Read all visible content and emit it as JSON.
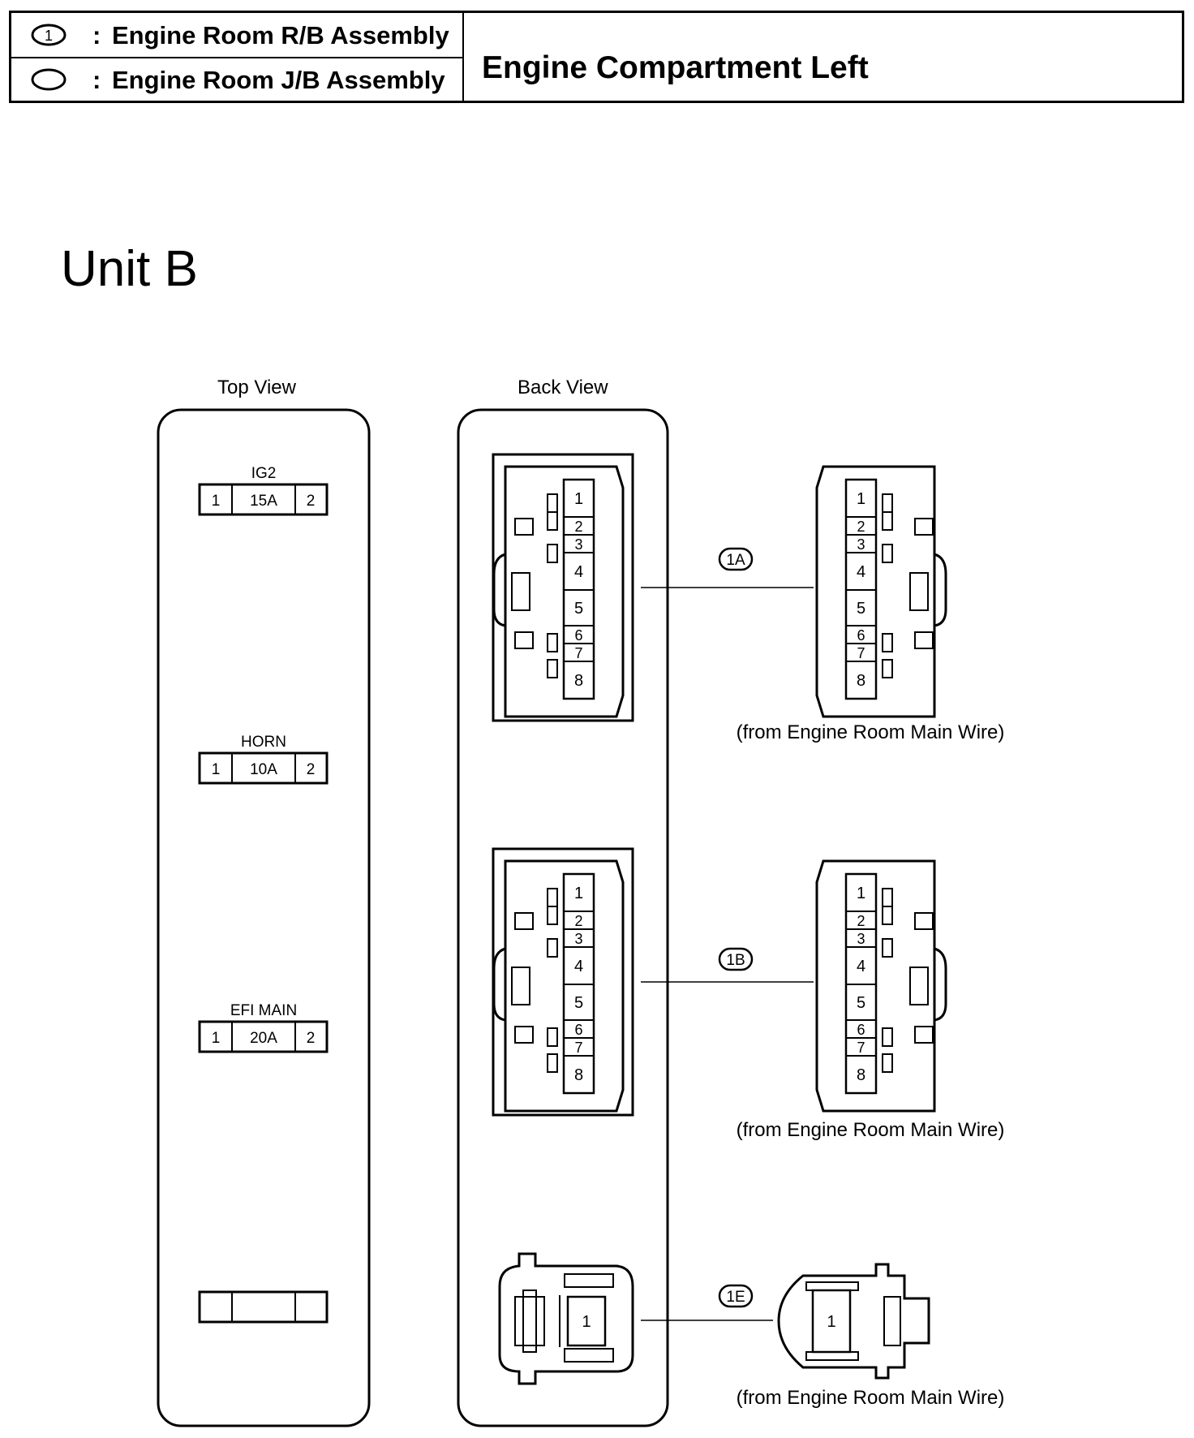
{
  "legend": {
    "rows": [
      {
        "symbol": "1",
        "label": "Engine Room R/B Assembly"
      },
      {
        "symbol": "",
        "label": "Engine Room J/B Assembly"
      }
    ],
    "colon": ":",
    "location": "Engine Compartment Left"
  },
  "unit_title": "Unit B",
  "views": {
    "top": "Top View",
    "back": "Back View"
  },
  "fuses": [
    {
      "name": "IG2",
      "pin_left": "1",
      "amperage": "15A",
      "pin_right": "2"
    },
    {
      "name": "HORN",
      "pin_left": "1",
      "amperage": "10A",
      "pin_right": "2"
    },
    {
      "name": "EFI MAIN",
      "pin_left": "1",
      "amperage": "20A",
      "pin_right": "2"
    },
    {
      "name": "",
      "pin_left": "",
      "amperage": "",
      "pin_right": ""
    }
  ],
  "connectors": [
    {
      "id": "1A",
      "pins": [
        "1",
        "2",
        "3",
        "4",
        "5",
        "6",
        "7",
        "8"
      ],
      "source": "(from Engine Room Main Wire)"
    },
    {
      "id": "1B",
      "pins": [
        "1",
        "2",
        "3",
        "4",
        "5",
        "6",
        "7",
        "8"
      ],
      "source": "(from Engine Room Main Wire)"
    },
    {
      "id": "1E",
      "pins": [
        "1"
      ],
      "source": "(from Engine Room Main Wire)"
    }
  ]
}
